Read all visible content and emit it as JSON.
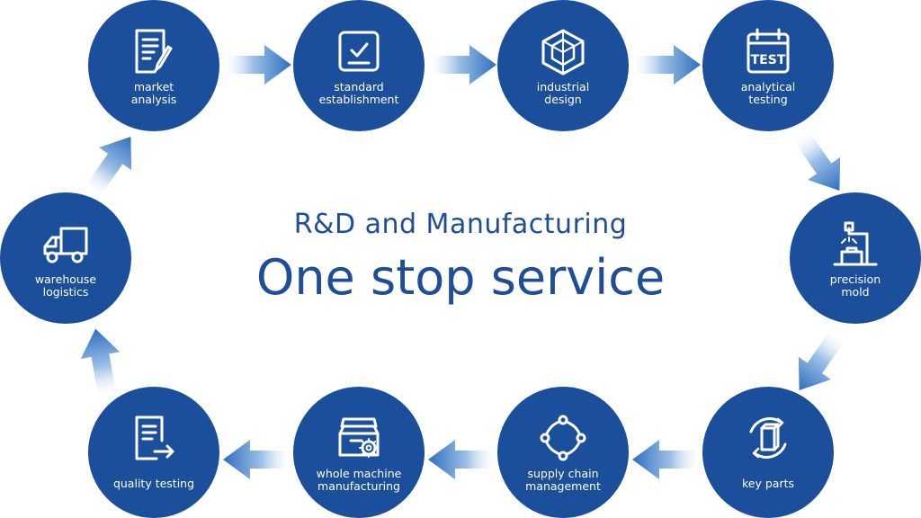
{
  "title": {
    "subtitle": "R&D and Manufacturing",
    "main": "One stop service"
  },
  "colors": {
    "circle": "#1b4f9c",
    "text": "#1f4e98",
    "arrow": "#3a79c4"
  },
  "steps": [
    {
      "label": "market\nanalysis",
      "icon": "document-pen-icon"
    },
    {
      "label": "standard\nestablishment",
      "icon": "checkbox-icon"
    },
    {
      "label": "industrial\ndesign",
      "icon": "cube-icon"
    },
    {
      "label": "analytical\ntesting",
      "icon": "test-calendar-icon"
    },
    {
      "label": "precision\nmold",
      "icon": "robot-arm-icon"
    },
    {
      "label": "key parts",
      "icon": "rotating-box-icon"
    },
    {
      "label": "supply chain\nmanagement",
      "icon": "cycle-nodes-icon"
    },
    {
      "label": "whole machine\nmanufacturing",
      "icon": "machine-gear-icon"
    },
    {
      "label": "quality testing",
      "icon": "document-arrow-icon"
    },
    {
      "label": "warehouse\nlogistics",
      "icon": "truck-icon"
    }
  ]
}
